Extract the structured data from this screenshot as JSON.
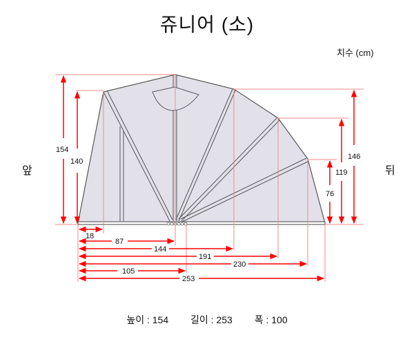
{
  "title": "쥬니어 (소)",
  "unit_label": "치수 (cm)",
  "side_labels": {
    "front": "앞",
    "back": "뒤"
  },
  "specs": {
    "height": "높이 : 154",
    "length": "길이 : 253",
    "width": "폭 : 100"
  },
  "dimensions": {
    "vertical": [
      {
        "label": "154",
        "value": 154
      },
      {
        "label": "140",
        "value": 140
      },
      {
        "label": "146",
        "value": 146
      },
      {
        "label": "119",
        "value": 119
      },
      {
        "label": "76",
        "value": 76
      }
    ],
    "horizontal": [
      {
        "label": "18",
        "value": 18
      },
      {
        "label": "87",
        "value": 87
      },
      {
        "label": "144",
        "value": 144
      },
      {
        "label": "191",
        "value": 191
      },
      {
        "label": "230",
        "value": 230
      },
      {
        "label": "105",
        "value": 105
      },
      {
        "label": "253",
        "value": 253
      }
    ]
  },
  "colors": {
    "dimension": "#ff0000",
    "guide": "#f08a8a",
    "fill": "#e2e1ea",
    "outline": "#555555"
  }
}
